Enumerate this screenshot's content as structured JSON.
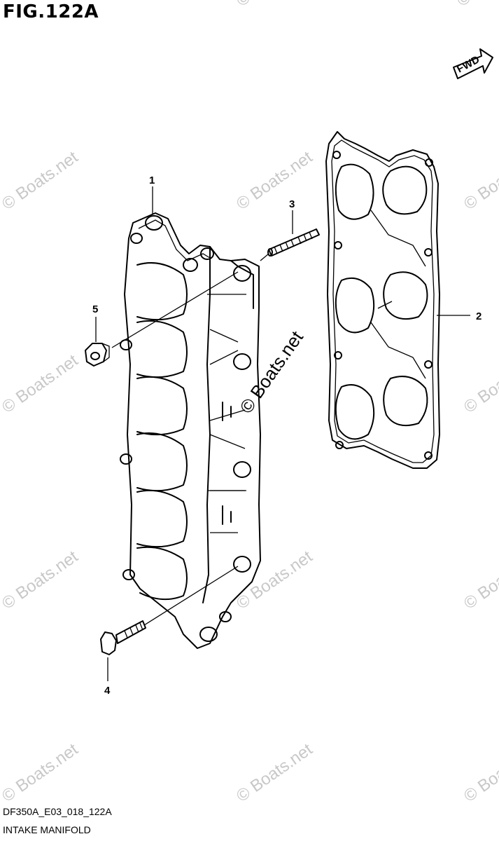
{
  "figure": {
    "title": "FIG.122A",
    "code": "DF350A_E03_018_122A",
    "caption": "INTAKE MANIFOLD",
    "fwd_label": "FWD"
  },
  "callouts": [
    "1",
    "2",
    "3",
    "4",
    "5"
  ],
  "watermark": {
    "text": "© Boats.net",
    "color": "#c8c8c8",
    "center_text": "© Boats.net",
    "center_color": "#000000"
  }
}
